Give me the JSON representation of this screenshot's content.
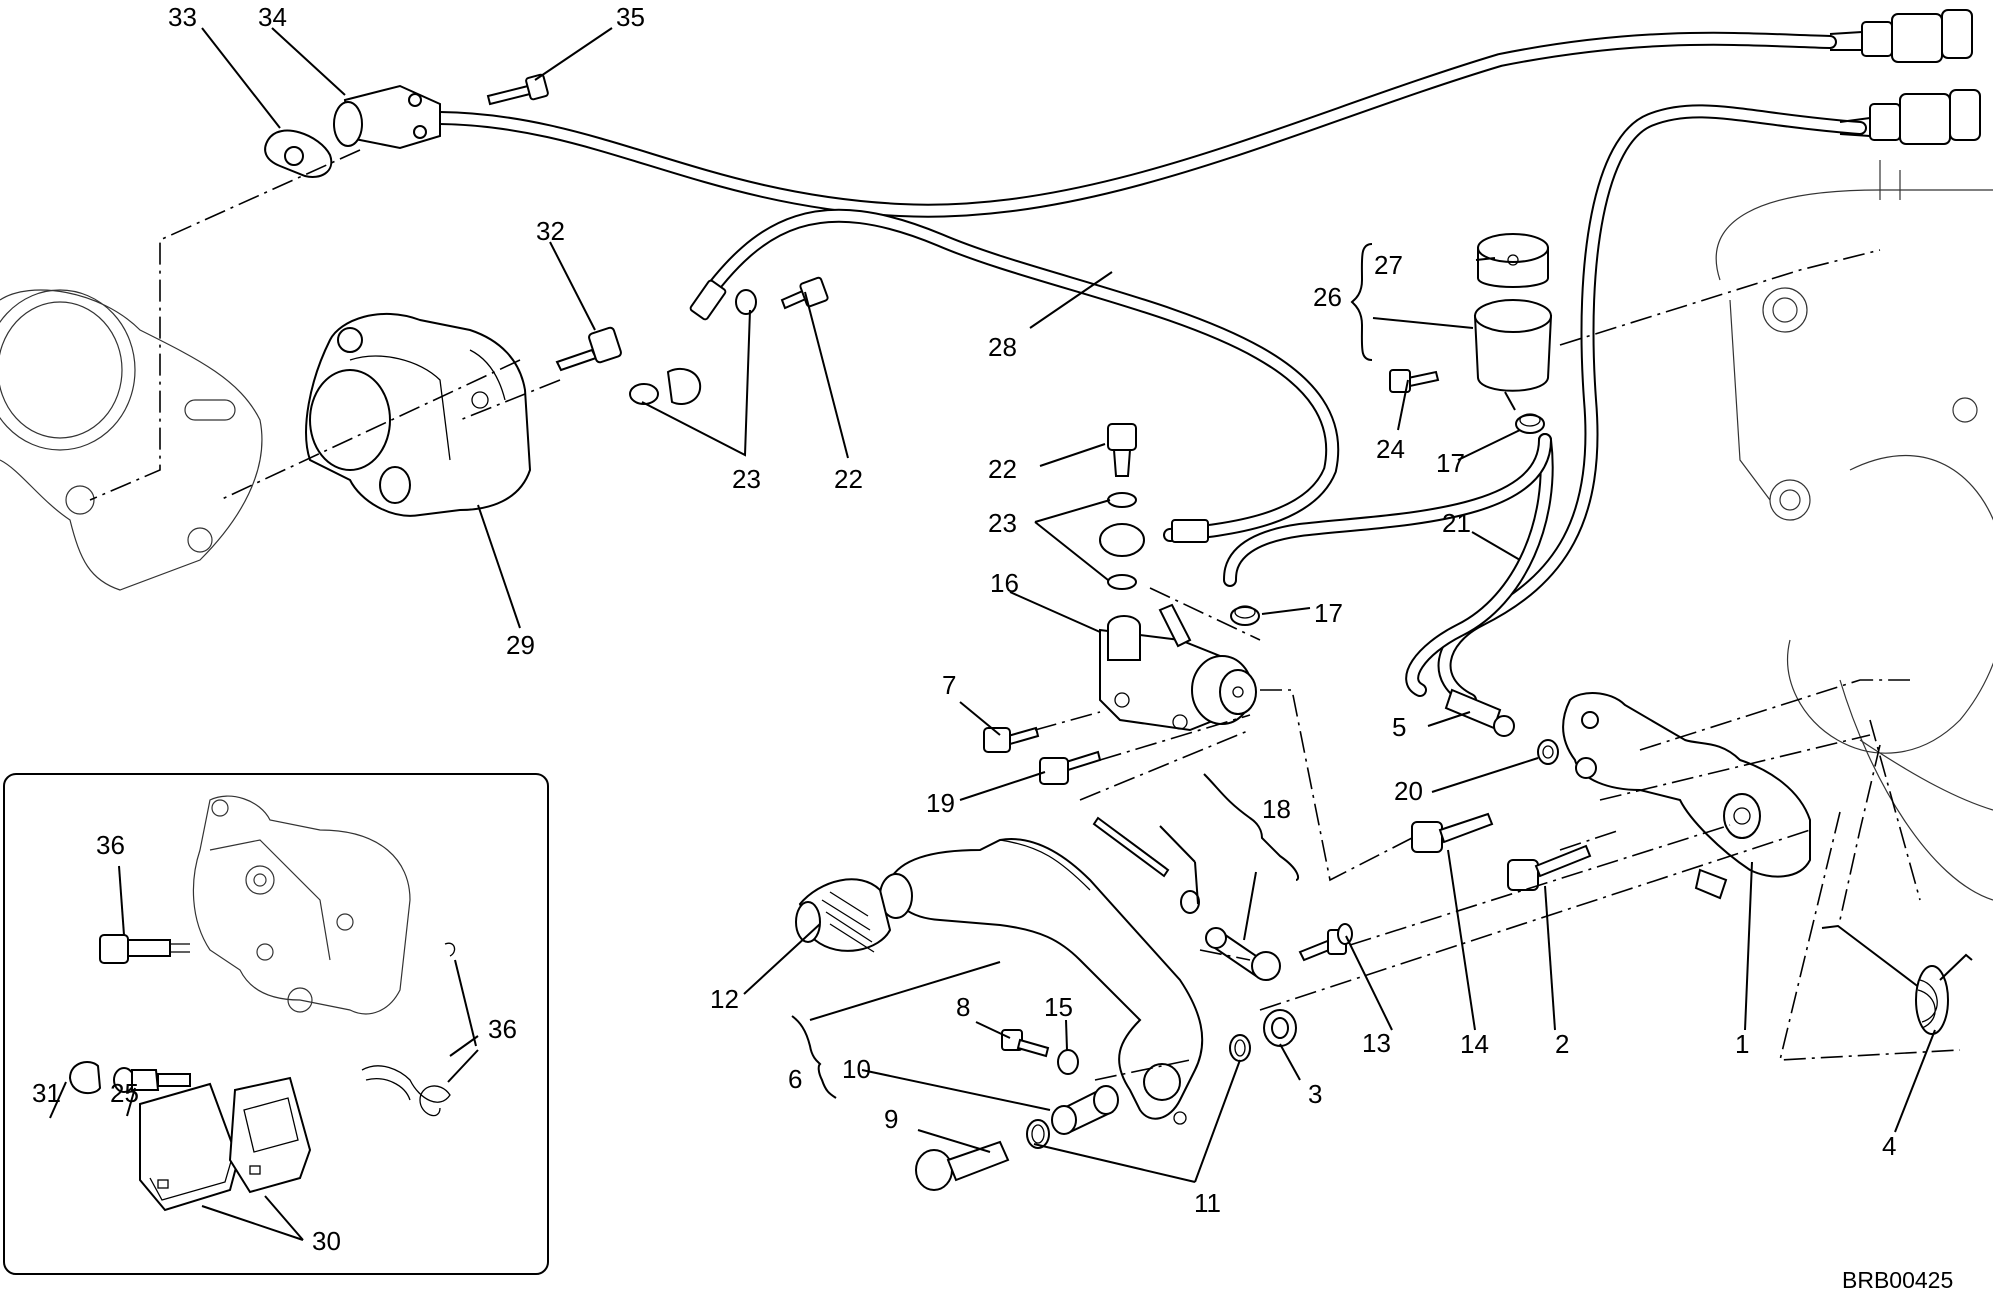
{
  "diagram": {
    "code": "BRB00425",
    "callouts": [
      {
        "id": "c1",
        "label": "1"
      },
      {
        "id": "c2",
        "label": "2"
      },
      {
        "id": "c3",
        "label": "3"
      },
      {
        "id": "c4",
        "label": "4"
      },
      {
        "id": "c5",
        "label": "5"
      },
      {
        "id": "c6",
        "label": "6"
      },
      {
        "id": "c7",
        "label": "7"
      },
      {
        "id": "c8",
        "label": "8"
      },
      {
        "id": "c9",
        "label": "9"
      },
      {
        "id": "c10",
        "label": "10"
      },
      {
        "id": "c11",
        "label": "11"
      },
      {
        "id": "c12",
        "label": "12"
      },
      {
        "id": "c13",
        "label": "13"
      },
      {
        "id": "c14",
        "label": "14"
      },
      {
        "id": "c15",
        "label": "15"
      },
      {
        "id": "c16",
        "label": "16"
      },
      {
        "id": "c17a",
        "label": "17"
      },
      {
        "id": "c17b",
        "label": "17"
      },
      {
        "id": "c18",
        "label": "18"
      },
      {
        "id": "c19",
        "label": "19"
      },
      {
        "id": "c20",
        "label": "20"
      },
      {
        "id": "c21",
        "label": "21"
      },
      {
        "id": "c22a",
        "label": "22"
      },
      {
        "id": "c22b",
        "label": "22"
      },
      {
        "id": "c23a",
        "label": "23"
      },
      {
        "id": "c23b",
        "label": "23"
      },
      {
        "id": "c24",
        "label": "24"
      },
      {
        "id": "c25",
        "label": "25"
      },
      {
        "id": "c26",
        "label": "26"
      },
      {
        "id": "c27",
        "label": "27"
      },
      {
        "id": "c28",
        "label": "28"
      },
      {
        "id": "c29",
        "label": "29"
      },
      {
        "id": "c30",
        "label": "30"
      },
      {
        "id": "c31",
        "label": "31"
      },
      {
        "id": "c32",
        "label": "32"
      },
      {
        "id": "c33",
        "label": "33"
      },
      {
        "id": "c34",
        "label": "34"
      },
      {
        "id": "c35",
        "label": "35"
      },
      {
        "id": "c36a",
        "label": "36"
      },
      {
        "id": "c36b",
        "label": "36"
      }
    ]
  }
}
